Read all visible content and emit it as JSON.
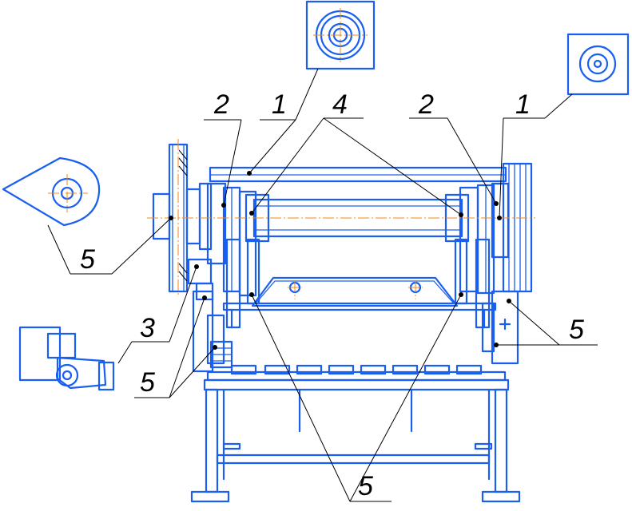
{
  "callouts": {
    "top_left_1": "1",
    "top_left_2": "2",
    "top_center_4": "4",
    "top_right_2": "2",
    "top_right_1": "1",
    "left_5": "5",
    "left_3": "3",
    "left_lower_5": "5",
    "right_5": "5",
    "bottom_5": "5"
  }
}
